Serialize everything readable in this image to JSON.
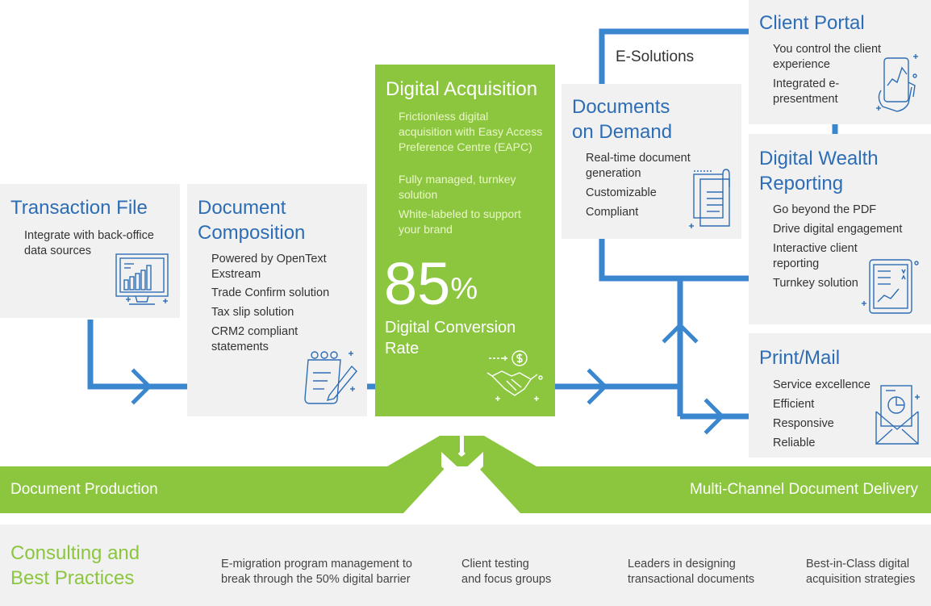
{
  "colors": {
    "blue": "#2d6db5",
    "flow_blue": "#3a86cf",
    "green": "#8cc63f",
    "box_grey": "#f1f1f2"
  },
  "e_solutions_label": "E-Solutions",
  "transaction_file": {
    "title": "Transaction File",
    "items": [
      "Integrate with back-office data sources"
    ],
    "icon": "monitor-bar-chart-icon"
  },
  "document_composition": {
    "title_line1": "Document",
    "title_line2": "Composition",
    "items": [
      "Powered by OpenText Exstream",
      "Trade Confirm solution",
      "Tax slip solution",
      "CRM2 compliant statements"
    ],
    "icon": "notepad-pen-icon"
  },
  "digital_acquisition": {
    "title": "Digital Acquisition",
    "items": [
      "Frictionless digital acquisition with Easy Access Preference Centre (EAPC)",
      "Fully managed, turnkey solution",
      "White-labeled to support your brand"
    ],
    "stat_value": "85",
    "stat_unit": "%",
    "stat_label_line1": "Digital Conversion",
    "stat_label_line2": "Rate",
    "icon": "handshake-dollar-icon"
  },
  "documents_on_demand": {
    "title_line1": "Documents",
    "title_line2": "on Demand",
    "items": [
      "Real-time document generation",
      "Customizable",
      "Compliant"
    ],
    "icon": "document-stack-icon"
  },
  "client_portal": {
    "title": "Client Portal",
    "items": [
      "You control the client experience",
      "Integrated e-presentment"
    ],
    "icon": "hand-phone-chart-icon"
  },
  "digital_wealth_reporting": {
    "title_line1": "Digital Wealth",
    "title_line2": "Reporting",
    "items": [
      "Go beyond the PDF",
      "Drive digital engagement",
      "Interactive client reporting",
      "Turnkey solution"
    ],
    "icon": "tablet-report-icon"
  },
  "print_mail": {
    "title": "Print/Mail",
    "items": [
      "Service excellence",
      "Efficient",
      "Responsive",
      "Reliable"
    ],
    "icon": "envelope-letter-icon"
  },
  "banner": {
    "left": "Document Production",
    "right": "Multi-Channel Document Delivery"
  },
  "consulting": {
    "title_line1": "Consulting and",
    "title_line2": "Best Practices",
    "items": [
      {
        "line1": "E-migration program management to",
        "line2": "break through the 50% digital barrier"
      },
      {
        "line1": "Client testing",
        "line2": "and focus groups"
      },
      {
        "line1": "Leaders in designing",
        "line2": "transactional documents"
      },
      {
        "line1": "Best-in-Class digital",
        "line2": "acquisition strategies"
      }
    ]
  }
}
